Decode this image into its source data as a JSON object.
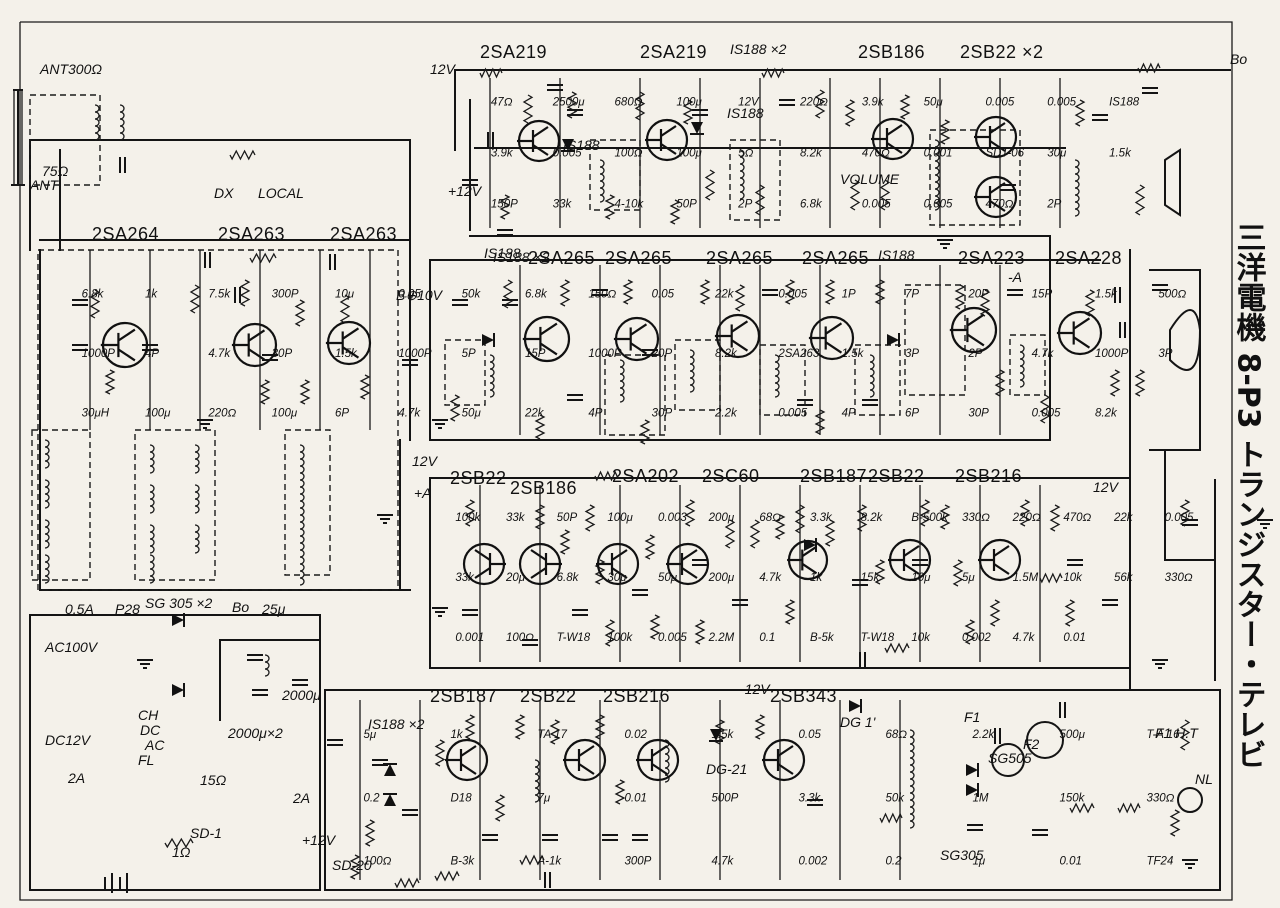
{
  "title": "三洋電機 8-P3 トランジスター・テレビ",
  "transistor_labels": [
    "2SA219",
    "2SA219",
    "2SB186",
    "2SB22 ×2",
    "2SA264",
    "2SA263",
    "2SA263",
    "2SA265",
    "2SA265",
    "2SA265",
    "2SA265",
    "2SA223",
    "2SA228",
    "2SB22",
    "2SB186",
    "2SA202",
    "2SC60",
    "2SB187",
    "2SB22",
    "2SB216",
    "2SB187",
    "2SB22",
    "2SB216",
    "2SB343"
  ],
  "diode_labels": [
    "IS188 ×2",
    "IS188",
    "IS188",
    "IS188 ×2",
    "IS188",
    "IS188",
    "IS188 ×2",
    "DG 1'",
    "DG-21",
    "SG 305 ×2",
    "SG505",
    "SG305"
  ],
  "terminal_labels": [
    "ANT300Ω",
    "75Ω",
    "ANT",
    "DX",
    "LOCAL",
    "+A",
    "-A",
    "Bo",
    "Bo",
    "B⊕10V",
    "12V",
    "12V",
    "+12V",
    "-12V",
    "+12V",
    "12V",
    "NL",
    "F1 H.T",
    "F1",
    "F2",
    "VOLUME"
  ],
  "power_labels": [
    "AC100V",
    "DC12V",
    "0.5A",
    "2A",
    "2A",
    "P28",
    "CH",
    "DC",
    "AC",
    "FL",
    "15Ω",
    "1Ω",
    "SD-1",
    "SD-20",
    "2000μ×2",
    "25μ",
    "2000μ"
  ],
  "component_values": [
    "47Ω",
    "2500μ",
    "680Ω",
    "100μ",
    "12V",
    "220Ω",
    "3.9k",
    "50μ",
    "0.005",
    "0.005",
    "IS188",
    "3.9k",
    "0.005",
    "100Ω",
    "100μ",
    "5Ω",
    "8.2k",
    "470Ω",
    "0.001",
    "SDT-06",
    "30μ",
    "1.5k",
    "150P",
    "33k",
    "4-10k",
    "50P",
    "2P",
    "6.8k",
    "0.005",
    "0.005",
    "470Ω",
    "2P",
    "6.8k",
    "1k",
    "7.5k",
    "300P",
    "10μ",
    "0.05",
    "50k",
    "6.8k",
    "150Ω",
    "0.05",
    "22k",
    "0.005",
    "1P",
    "7P",
    "20P",
    "15P",
    "1.5k",
    "500Ω",
    "1000P",
    "4P",
    "4.7k",
    "30P",
    "1.5k",
    "1000P",
    "5P",
    "15P",
    "1000P",
    "20P",
    "8.2k",
    "2SA263",
    "1.5k",
    "3P",
    "2P",
    "4.7k",
    "1000P",
    "3P",
    "30μH",
    "100μ",
    "220Ω",
    "100μ",
    "6P",
    "4.7k",
    "50μ",
    "22k",
    "4P",
    "30P",
    "2.2k",
    "0.005",
    "4P",
    "6P",
    "30P",
    "0.005",
    "8.2k",
    "100k",
    "33k",
    "50P",
    "100μ",
    "0.003",
    "200μ",
    "68Ω",
    "3.3k",
    "8.2k",
    "B-500k",
    "330Ω",
    "220Ω",
    "470Ω",
    "22k",
    "0.005",
    "33k",
    "20μ",
    "6.8k",
    "30μ",
    "50μ",
    "200μ",
    "4.7k",
    "1k",
    "15k",
    "10μ",
    "5μ",
    "1.5M",
    "10k",
    "56k",
    "330Ω",
    "0.001",
    "100Ω",
    "T-W18",
    "100k",
    "0.005",
    "2.2M",
    "0.1",
    "B-5k",
    "T-W18",
    "10k",
    "0.002",
    "4.7k",
    "0.01",
    "5μ",
    "1k",
    "TA 17",
    "0.02",
    "1.5k",
    "0.05",
    "68Ω",
    "2.2k",
    "500μ",
    "T-A 16",
    "0.2",
    "D18",
    "7μ",
    "0.01",
    "500P",
    "3.3k",
    "50k",
    "1M",
    "150k",
    "330Ω",
    "100Ω",
    "B-3k",
    "A-1k",
    "300P",
    "4.7k",
    "0.002",
    "0.2",
    "1μ",
    "0.01",
    "TF24"
  ]
}
